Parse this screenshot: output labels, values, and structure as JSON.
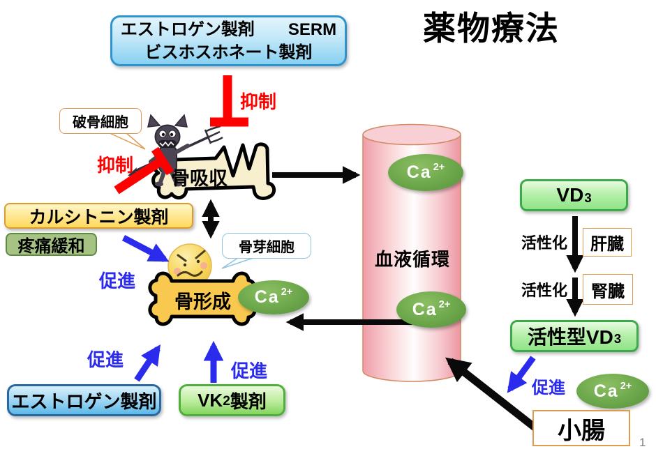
{
  "title": "薬物療法",
  "page_number": "1",
  "boxes": {
    "antiresorptive": {
      "line1": "エストロゲン製剤　　SERM",
      "line2": "ビスホスホネート製剤"
    },
    "calcitonin": "カルシトニン製剤",
    "pain_relief": "疼痛緩和",
    "estrogen": "エストロゲン製剤",
    "vk2": {
      "pre": "VK",
      "sub": "2",
      "post": "製剤"
    }
  },
  "labels": {
    "inhibit": "抑制",
    "promote": "促進",
    "activate": "活性化",
    "bone_resorption": "骨吸収",
    "bone_formation": "骨形成",
    "blood_circulation": "血液循環",
    "osteoclast": "破骨細胞",
    "osteoblast": "骨芽細胞"
  },
  "ca_ion": {
    "text": "Ca",
    "sup": "2+"
  },
  "vd": {
    "vd3": {
      "pre": "VD",
      "sub": "3"
    },
    "liver": "肝臓",
    "kidney": "腎臓",
    "active_vd3": {
      "pre": "活性型VD",
      "sub": "3"
    },
    "intestine": "小腸"
  },
  "icons": {
    "osteoclast_character": "devil-with-trident-icon",
    "osteoblast_character": "angry-face-icon"
  },
  "colors": {
    "inhibit_red": "#FF0000",
    "promote_blue": "#2B2BEE",
    "ca_green": "#6CA74B",
    "cylinder_pink": "#F0A0AA",
    "bone_cream": "#F7EFCE",
    "bone_gold": "#F9C84F",
    "arrow_black": "#0A0A0A"
  }
}
